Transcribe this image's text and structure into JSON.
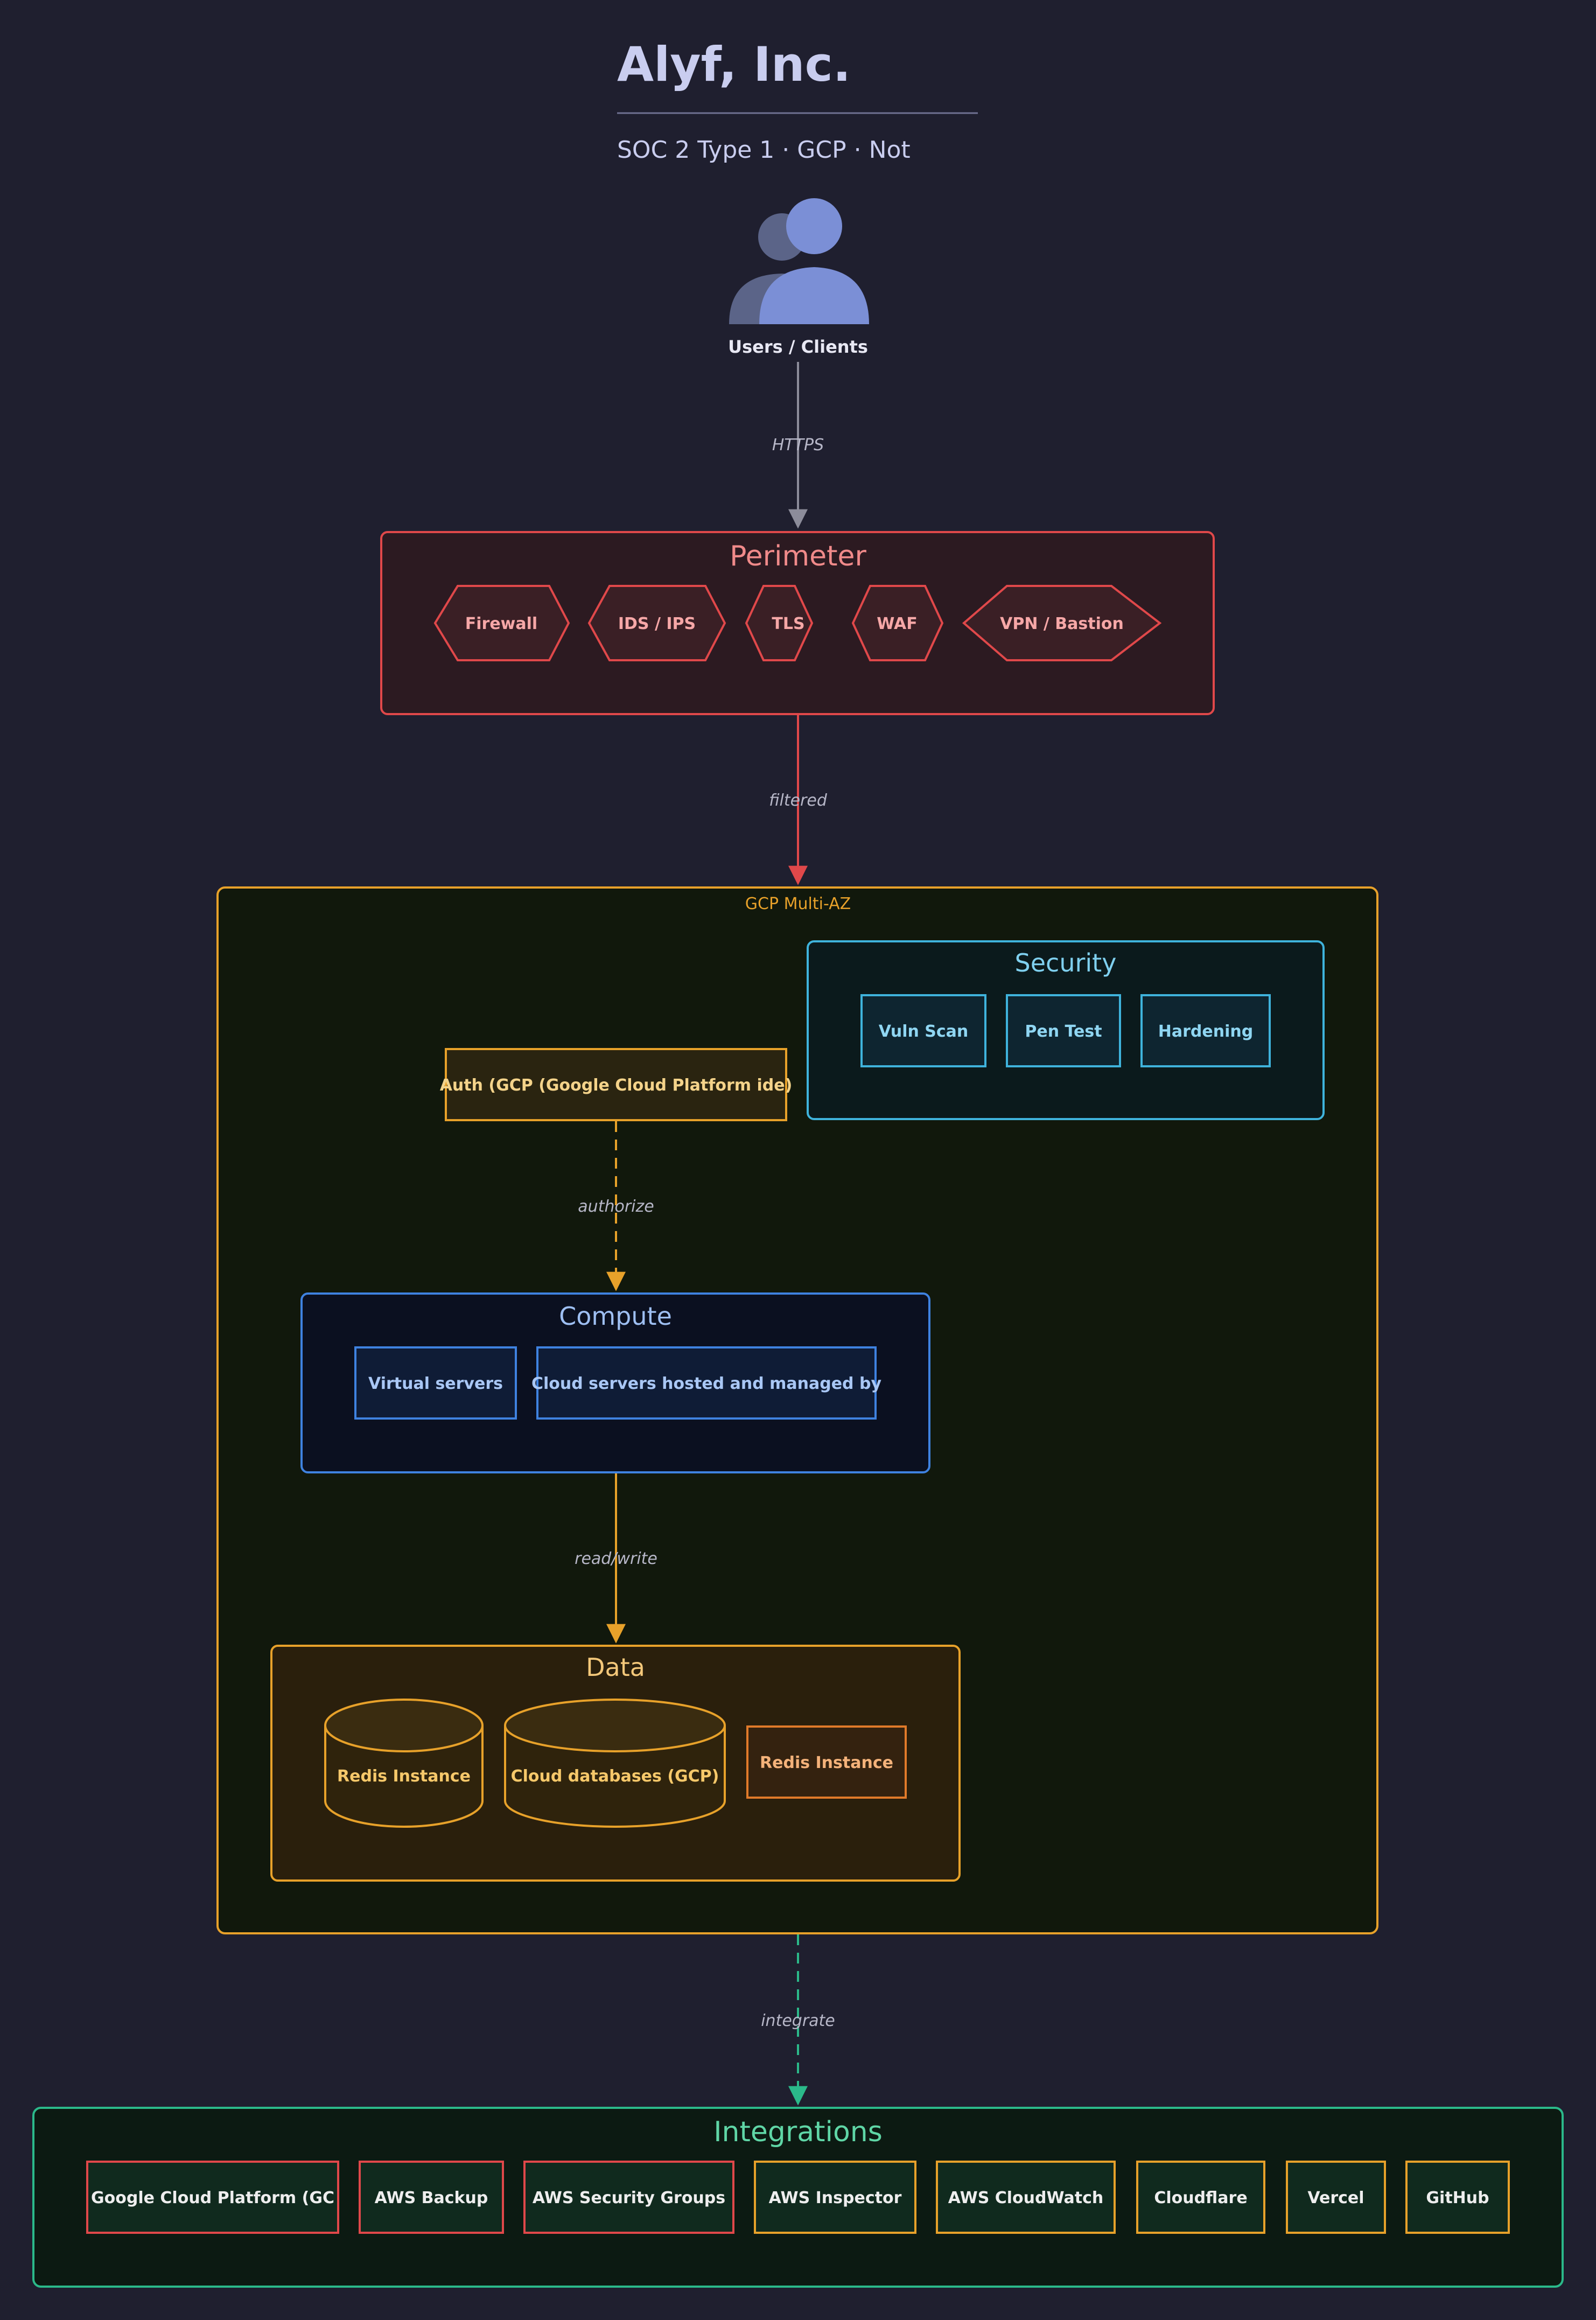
{
  "header": {
    "title": "Alyf, Inc.",
    "subtitle": "SOC 2 Type 1 · GCP · Not"
  },
  "users": {
    "label": "Users / Clients"
  },
  "edges": {
    "https": "HTTPS",
    "filtered": "filtered",
    "authorize": "authorize",
    "read_write": "read/write",
    "integrate": "integrate"
  },
  "perimeter": {
    "title": "Perimeter",
    "items": [
      "Firewall",
      "IDS / IPS",
      "TLS",
      "WAF",
      "VPN / Bastion"
    ]
  },
  "gcp": {
    "label": "GCP Multi-AZ"
  },
  "security": {
    "title": "Security",
    "items": [
      "Vuln Scan",
      "Pen Test",
      "Hardening"
    ]
  },
  "auth": {
    "label": "Auth (GCP (Google Cloud Platform ide)"
  },
  "compute": {
    "title": "Compute",
    "items": [
      "Virtual servers",
      "Cloud servers hosted and managed by"
    ]
  },
  "data": {
    "title": "Data",
    "items": [
      "Redis Instance",
      "Cloud databases (GCP)",
      "Redis Instance"
    ]
  },
  "integrations": {
    "title": "Integrations",
    "items": [
      "Google Cloud Platform (GC",
      "AWS Backup",
      "AWS Security Groups",
      "AWS Inspector",
      "AWS CloudWatch",
      "Cloudflare",
      "Vercel",
      "GitHub"
    ]
  },
  "colors": {
    "background": "#1f1f2f",
    "perimeter": "#e0484a",
    "gcp": "#e7a12a",
    "security": "#3fb3dc",
    "compute": "#3f82e0",
    "data": "#e7a12a",
    "integrations": "#2bb98a",
    "users": "#7b8fd6"
  }
}
